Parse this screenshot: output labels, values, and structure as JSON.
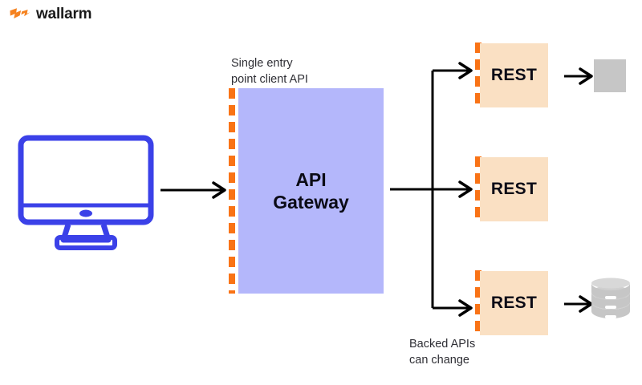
{
  "brand": {
    "name": "wallarm",
    "logo_icon": "wallarm-bolt-icon",
    "logo_color": "#F5821F",
    "text_color": "#1a1a1a"
  },
  "diagram": {
    "title": "API Gateway single entry point architecture",
    "client": {
      "icon": "desktop-monitor-icon",
      "color": "#3B41E8"
    },
    "boundary": {
      "style": "dashed",
      "color": "#F97316",
      "label": "Single entry\npoint client API"
    },
    "gateway": {
      "label": "API\nGateway",
      "fill": "#B4B7FB",
      "text_color": "#0b0b16"
    },
    "backends": {
      "note": "Backed APIs\ncan change",
      "fill": "#FAE0C3",
      "boundary_color": "#F97316",
      "items": [
        {
          "label": "REST",
          "target_icon": "gray-square-placeholder-icon",
          "target_color": "#C6C6C6"
        },
        {
          "label": "REST",
          "target_icon": "none",
          "target_color": ""
        },
        {
          "label": "REST",
          "target_icon": "database-cylinder-icon",
          "target_color": "#C6C6C6"
        }
      ]
    },
    "arrows": {
      "color": "#000000",
      "client_to_gateway": "arrow-right-icon",
      "gateway_to_backends": "branching-arrow-icon",
      "backend_to_service": "arrow-right-icon",
      "backend_to_database": "arrow-right-icon"
    }
  }
}
